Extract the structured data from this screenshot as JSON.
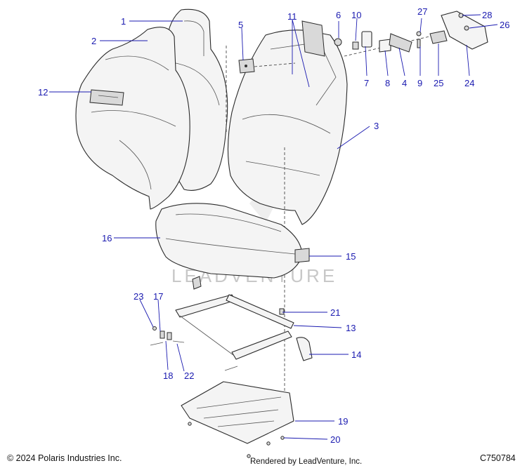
{
  "footer": {
    "copyright": "© 2024 Polaris Industries Inc.",
    "rendered_by": "Rendered by LeadVenture, Inc.",
    "diagram_code": "C750784"
  },
  "watermark": {
    "text": "LEADVENTURE"
  },
  "callouts": [
    {
      "id": "c1",
      "label": "1"
    },
    {
      "id": "c2",
      "label": "2"
    },
    {
      "id": "c3",
      "label": "3"
    },
    {
      "id": "c4",
      "label": "4"
    },
    {
      "id": "c5",
      "label": "5"
    },
    {
      "id": "c6",
      "label": "6"
    },
    {
      "id": "c7",
      "label": "7"
    },
    {
      "id": "c8",
      "label": "8"
    },
    {
      "id": "c9",
      "label": "9"
    },
    {
      "id": "c10",
      "label": "10"
    },
    {
      "id": "c11",
      "label": "11"
    },
    {
      "id": "c12",
      "label": "12"
    },
    {
      "id": "c13",
      "label": "13"
    },
    {
      "id": "c14",
      "label": "14"
    },
    {
      "id": "c15",
      "label": "15"
    },
    {
      "id": "c16",
      "label": "16"
    },
    {
      "id": "c17",
      "label": "17"
    },
    {
      "id": "c18",
      "label": "18"
    },
    {
      "id": "c19",
      "label": "19"
    },
    {
      "id": "c20",
      "label": "20"
    },
    {
      "id": "c21",
      "label": "21"
    },
    {
      "id": "c22",
      "label": "22"
    },
    {
      "id": "c23",
      "label": "23"
    },
    {
      "id": "c24",
      "label": "24"
    },
    {
      "id": "c25",
      "label": "25"
    },
    {
      "id": "c26",
      "label": "26"
    },
    {
      "id": "c27",
      "label": "27"
    },
    {
      "id": "c28",
      "label": "28"
    }
  ]
}
